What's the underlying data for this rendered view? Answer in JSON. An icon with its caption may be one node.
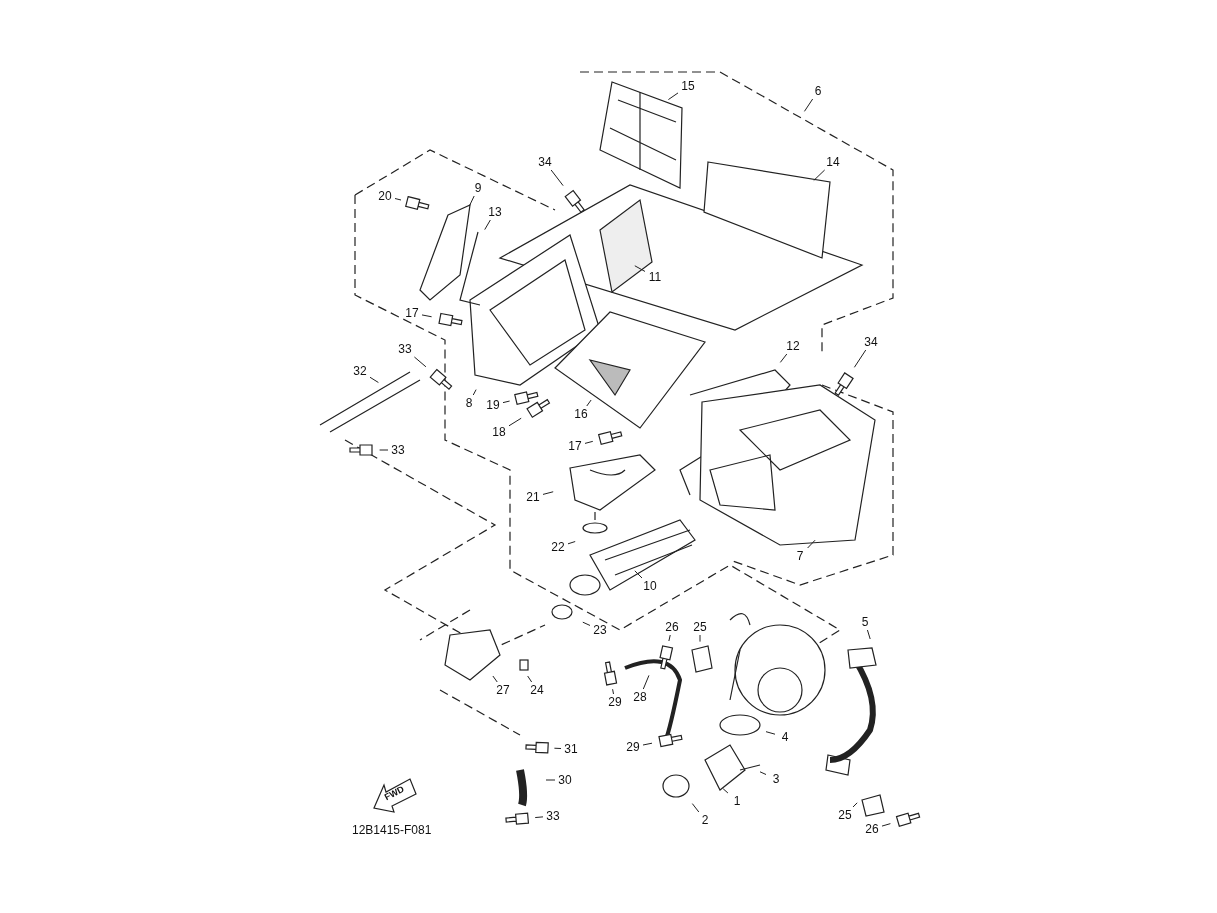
{
  "diagram": {
    "nodes": [
      {
        "text": [
          "15"
        ]
      },
      {
        "text": [
          "6"
        ]
      },
      {
        "text": [
          "34"
        ]
      },
      {
        "text": [
          "14"
        ]
      },
      {
        "text": [
          "20"
        ]
      },
      {
        "text": [
          "9"
        ]
      },
      {
        "text": [
          "13"
        ]
      },
      {
        "text": [
          "11"
        ]
      },
      {
        "text": [
          "17"
        ]
      },
      {
        "text": [
          "12"
        ]
      },
      {
        "text": [
          "33"
        ]
      },
      {
        "text": [
          "34"
        ]
      },
      {
        "text": [
          "32"
        ]
      },
      {
        "text": [
          "8"
        ]
      },
      {
        "text": [
          "19"
        ]
      },
      {
        "text": [
          "16"
        ]
      },
      {
        "text": [
          "18"
        ]
      },
      {
        "text": [
          "17"
        ]
      },
      {
        "text": [
          "33"
        ]
      },
      {
        "text": [
          "21"
        ]
      },
      {
        "text": [
          "7"
        ]
      },
      {
        "text": [
          "22"
        ]
      },
      {
        "text": [
          "10"
        ]
      },
      {
        "text": [
          "23"
        ]
      },
      {
        "text": [
          "26"
        ]
      },
      {
        "text": [
          "25"
        ]
      },
      {
        "text": [
          "5"
        ]
      },
      {
        "text": [
          "27"
        ]
      },
      {
        "text": [
          "24"
        ]
      },
      {
        "text": [
          "28"
        ]
      },
      {
        "text": [
          "29"
        ]
      },
      {
        "text": [
          "29"
        ]
      },
      {
        "text": [
          "4"
        ]
      },
      {
        "text": [
          "31"
        ]
      },
      {
        "text": [
          "3"
        ]
      },
      {
        "text": [
          "30"
        ]
      },
      {
        "text": [
          "1"
        ]
      },
      {
        "text": [
          "33"
        ]
      },
      {
        "text": [
          "2"
        ]
      },
      {
        "text": [
          "25"
        ]
      },
      {
        "text": [
          "26"
        ]
      }
    ],
    "edges": [
      {
        "from": 0,
        "to": null,
        "arrow": "none"
      },
      {
        "from": 1,
        "to": null,
        "arrow": "none"
      },
      {
        "from": 2,
        "to": null,
        "arrow": "none"
      },
      {
        "from": 3,
        "to": null,
        "arrow": "none"
      },
      {
        "from": 4,
        "to": null,
        "arrow": "none"
      },
      {
        "from": 5,
        "to": null,
        "arrow": "none"
      },
      {
        "from": 6,
        "to": null,
        "arrow": "none"
      },
      {
        "from": 7,
        "to": null,
        "arrow": "none"
      },
      {
        "from": 8,
        "to": null,
        "arrow": "none"
      },
      {
        "from": 9,
        "to": null,
        "arrow": "none"
      },
      {
        "from": 10,
        "to": null,
        "arrow": "none"
      },
      {
        "from": 11,
        "to": null,
        "arrow": "none"
      },
      {
        "from": 12,
        "to": null,
        "arrow": "none"
      },
      {
        "from": 13,
        "to": null,
        "arrow": "none"
      },
      {
        "from": 14,
        "to": null,
        "arrow": "none"
      },
      {
        "from": 15,
        "to": null,
        "arrow": "none"
      },
      {
        "from": 16,
        "to": null,
        "arrow": "none"
      },
      {
        "from": 17,
        "to": null,
        "arrow": "none"
      },
      {
        "from": 18,
        "to": null,
        "arrow": "none"
      },
      {
        "from": 19,
        "to": null,
        "arrow": "none"
      },
      {
        "from": 20,
        "to": null,
        "arrow": "none"
      },
      {
        "from": 21,
        "to": null,
        "arrow": "none"
      },
      {
        "from": 22,
        "to": null,
        "arrow": "none"
      },
      {
        "from": 23,
        "to": null,
        "arrow": "none"
      },
      {
        "from": 24,
        "to": null,
        "arrow": "none"
      },
      {
        "from": 25,
        "to": null,
        "arrow": "none"
      },
      {
        "from": 26,
        "to": null,
        "arrow": "none"
      },
      {
        "from": 27,
        "to": null,
        "arrow": "none"
      },
      {
        "from": 28,
        "to": null,
        "arrow": "none"
      },
      {
        "from": 29,
        "to": null,
        "arrow": "none"
      },
      {
        "from": 30,
        "to": null,
        "arrow": "none"
      },
      {
        "from": 31,
        "to": null,
        "arrow": "none"
      },
      {
        "from": 32,
        "to": null,
        "arrow": "none"
      },
      {
        "from": 33,
        "to": null,
        "arrow": "none"
      },
      {
        "from": 34,
        "to": null,
        "arrow": "none"
      },
      {
        "from": 35,
        "to": null,
        "arrow": "none"
      },
      {
        "from": 36,
        "to": null,
        "arrow": "none"
      },
      {
        "from": 37,
        "to": null,
        "arrow": "none"
      },
      {
        "from": 38,
        "to": null,
        "arrow": "none"
      },
      {
        "from": 39,
        "to": null,
        "arrow": "none"
      },
      {
        "from": 40,
        "to": null,
        "arrow": "none"
      }
    ],
    "labels": [
      "FWD",
      "12B1415-F081"
    ]
  }
}
